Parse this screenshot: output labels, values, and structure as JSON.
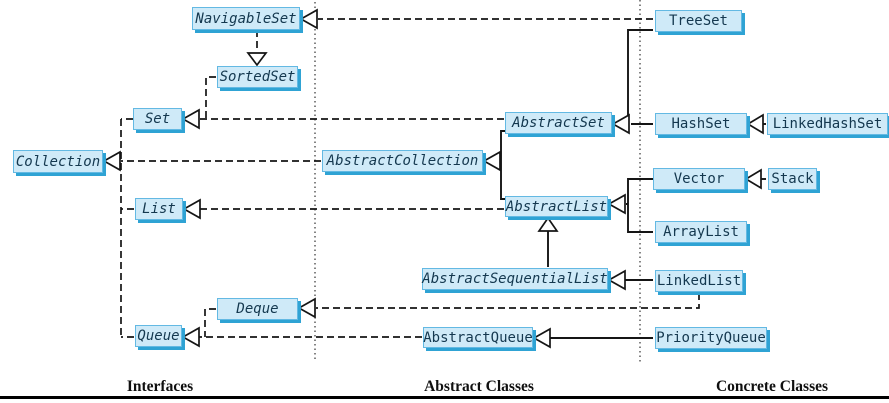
{
  "columns": [
    {
      "label": "Interfaces"
    },
    {
      "label": "Abstract Classes"
    },
    {
      "label": "Concrete Classes"
    }
  ],
  "nodes": {
    "navigableset": {
      "label": "NavigableSet",
      "kind": "interface"
    },
    "sortedset": {
      "label": "SortedSet",
      "kind": "interface"
    },
    "set": {
      "label": "Set",
      "kind": "interface"
    },
    "collection": {
      "label": "Collection",
      "kind": "interface"
    },
    "list": {
      "label": "List",
      "kind": "interface"
    },
    "deque": {
      "label": "Deque",
      "kind": "interface"
    },
    "queue": {
      "label": "Queue",
      "kind": "interface"
    },
    "abstractcollection": {
      "label": "AbstractCollection",
      "kind": "abstract"
    },
    "abstractset": {
      "label": "AbstractSet",
      "kind": "abstract"
    },
    "abstractlist": {
      "label": "AbstractList",
      "kind": "abstract"
    },
    "abstractsequentiallist": {
      "label": "AbstractSequentialList",
      "kind": "abstract"
    },
    "abstractqueue": {
      "label": "AbstractQueue",
      "kind": "abstract"
    },
    "treeset": {
      "label": "TreeSet",
      "kind": "concrete"
    },
    "hashset": {
      "label": "HashSet",
      "kind": "concrete"
    },
    "linkedhashset": {
      "label": "LinkedHashSet",
      "kind": "concrete"
    },
    "vector": {
      "label": "Vector",
      "kind": "concrete"
    },
    "stack": {
      "label": "Stack",
      "kind": "concrete"
    },
    "arraylist": {
      "label": "ArrayList",
      "kind": "concrete"
    },
    "linkedlist": {
      "label": "LinkedList",
      "kind": "concrete"
    },
    "priorityqueue": {
      "label": "PriorityQueue",
      "kind": "concrete"
    }
  },
  "edges": [
    {
      "from": "TreeSet",
      "to": "NavigableSet",
      "style": "dashed"
    },
    {
      "from": "NavigableSet",
      "to": "SortedSet",
      "style": "dashed"
    },
    {
      "from": "SortedSet",
      "to": "Set",
      "style": "dashed"
    },
    {
      "from": "Set",
      "to": "Collection",
      "style": "dashed"
    },
    {
      "from": "List",
      "to": "Collection",
      "style": "dashed"
    },
    {
      "from": "Queue",
      "to": "Collection",
      "style": "dashed"
    },
    {
      "from": "Deque",
      "to": "Queue",
      "style": "dashed"
    },
    {
      "from": "AbstractCollection",
      "to": "Collection",
      "style": "dashed"
    },
    {
      "from": "AbstractSet",
      "to": "Set",
      "style": "dashed"
    },
    {
      "from": "AbstractList",
      "to": "List",
      "style": "dashed"
    },
    {
      "from": "AbstractQueue",
      "to": "Queue",
      "style": "dashed"
    },
    {
      "from": "LinkedList",
      "to": "Deque",
      "style": "dashed"
    },
    {
      "from": "TreeSet",
      "to": "AbstractSet",
      "style": "solid"
    },
    {
      "from": "HashSet",
      "to": "AbstractSet",
      "style": "solid"
    },
    {
      "from": "LinkedHashSet",
      "to": "HashSet",
      "style": "solid"
    },
    {
      "from": "AbstractSet",
      "to": "AbstractCollection",
      "style": "solid"
    },
    {
      "from": "AbstractList",
      "to": "AbstractCollection",
      "style": "solid"
    },
    {
      "from": "Vector",
      "to": "AbstractList",
      "style": "solid"
    },
    {
      "from": "ArrayList",
      "to": "AbstractList",
      "style": "solid"
    },
    {
      "from": "Stack",
      "to": "Vector",
      "style": "solid"
    },
    {
      "from": "AbstractSequentialList",
      "to": "AbstractList",
      "style": "solid"
    },
    {
      "from": "LinkedList",
      "to": "AbstractSequentialList",
      "style": "solid"
    },
    {
      "from": "PriorityQueue",
      "to": "AbstractQueue",
      "style": "solid"
    }
  ],
  "colors": {
    "box_fill": "#cfeaf8",
    "box_border": "#63b9e3",
    "box_shadow": "#2fa3d4",
    "box_text": "#14384f",
    "line": "#151515",
    "label_text": "#101010"
  }
}
